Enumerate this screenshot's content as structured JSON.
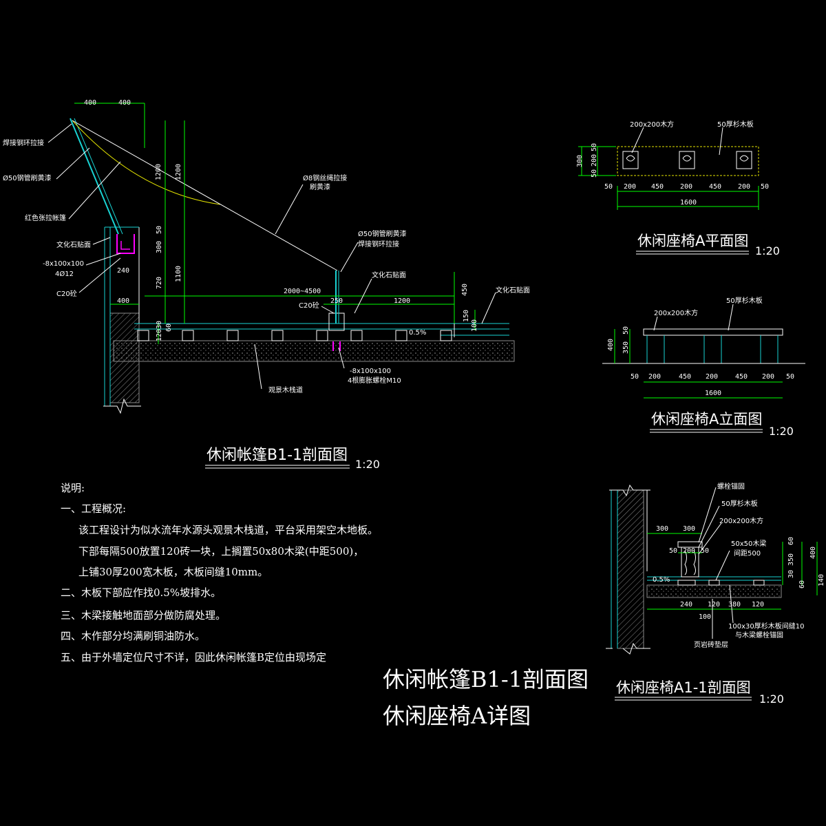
{
  "section_b1": {
    "title": "休闲帐篷B1-1剖面图",
    "scale": "1:20",
    "labels": {
      "weld_ring": "焊接钢环拉接",
      "pipe_paint": "Ø50钢管刷黄漆",
      "red_canopy": "红色张拉帐篷",
      "stone_face": "文化石贴面",
      "plate": "-8x100x100",
      "rebar": "4Ø12",
      "concrete": "C20砼",
      "wire": "Ø8钢丝绳拉接",
      "wire_paint": "刷黄漆",
      "pipe2": "Ø50钢管刷黄漆",
      "weld2": "焊接钢环拉接",
      "stone_face2": "文化石贴面",
      "stone_face3": "文化石贴面",
      "concrete2": "C20砼",
      "slope": "0.5%",
      "boardwalk": "观景木栈道",
      "plate2": "-8x100x100",
      "bolts": "4根膨胀螺栓M10"
    },
    "dims": {
      "d400a": "400",
      "d400b": "400",
      "d1200a": "1200",
      "d1200b": "1200",
      "d300": "300",
      "d50": "50",
      "d720": "720",
      "d1100": "1100",
      "d240": "240",
      "d400c": "400",
      "d30": "30",
      "d120": "120",
      "d60": "60",
      "d2000": "2000~4500",
      "d250": "250",
      "d1200c": "1200",
      "d450": "450",
      "d150": "150",
      "d100": "100"
    }
  },
  "bench_plan": {
    "title": "休闲座椅A平面图",
    "scale": "1:20",
    "label_post": "200x200木方",
    "label_board": "50厚杉木板",
    "dims_v": [
      "300",
      "50",
      "200",
      "50"
    ],
    "dims_h": [
      "50",
      "200",
      "450",
      "200",
      "450",
      "200",
      "50"
    ],
    "total": "1600"
  },
  "bench_elev": {
    "title": "休闲座椅A立面图",
    "scale": "1:20",
    "label_post": "200x200木方",
    "label_board": "50厚杉木板",
    "dims_v": [
      "400",
      "50",
      "350"
    ],
    "dims_h": [
      "50",
      "200",
      "450",
      "200",
      "450",
      "200",
      "50"
    ],
    "total": "1600"
  },
  "bench_section": {
    "title": "休闲座椅A1-1剖面图",
    "scale": "1:20",
    "labels": {
      "bolt": "螺栓锚固",
      "board": "50厚杉木板",
      "post": "200x200木方",
      "beam": "50x50木梁",
      "beam_spacing": "间距500",
      "slope": "0.5%",
      "boards": "100x30厚杉木板间缝10",
      "boards2": "与木梁螺栓锚固",
      "brick": "页岩砖垫层"
    },
    "dims": {
      "d300a": "300",
      "d300b": "300",
      "d50a": "50",
      "d200": "200",
      "d50b": "50",
      "d60": "60",
      "d350": "350",
      "d400": "400",
      "d30": "30",
      "d60b": "60",
      "d140": "140",
      "d240": "240",
      "d120a": "120",
      "d380": "380",
      "d120b": "120",
      "d100": "100"
    }
  },
  "notes": {
    "heading": "说明:",
    "lines": [
      "一、工程概况:",
      "该工程设计为似水流年水源头观景木栈道，平台采用架空木地板。",
      "下部每隔500放置120砖一块，上搁置50x80木梁(中距500)，",
      "上铺30厚200宽木板，木板间缝10mm。",
      "二、木板下部应作找0.5%坡排水。",
      "三、木梁接触地面部分做防腐处理。",
      "四、木作部分均满刷铜油防水。",
      "五、由于外墙定位尺寸不详，因此休闲帐篷B定位由现场定"
    ]
  },
  "sheet_title": {
    "line1": "休闲帐篷B1-1剖面图",
    "line2": "休闲座椅A详图"
  },
  "colors": {
    "line_white": "#ffffff",
    "line_cyan": "#19d3d3",
    "line_green": "#00ff00",
    "line_yellow": "#e6e600",
    "line_magenta": "#ff00ff",
    "hatch_gray": "#8a8a8a"
  }
}
